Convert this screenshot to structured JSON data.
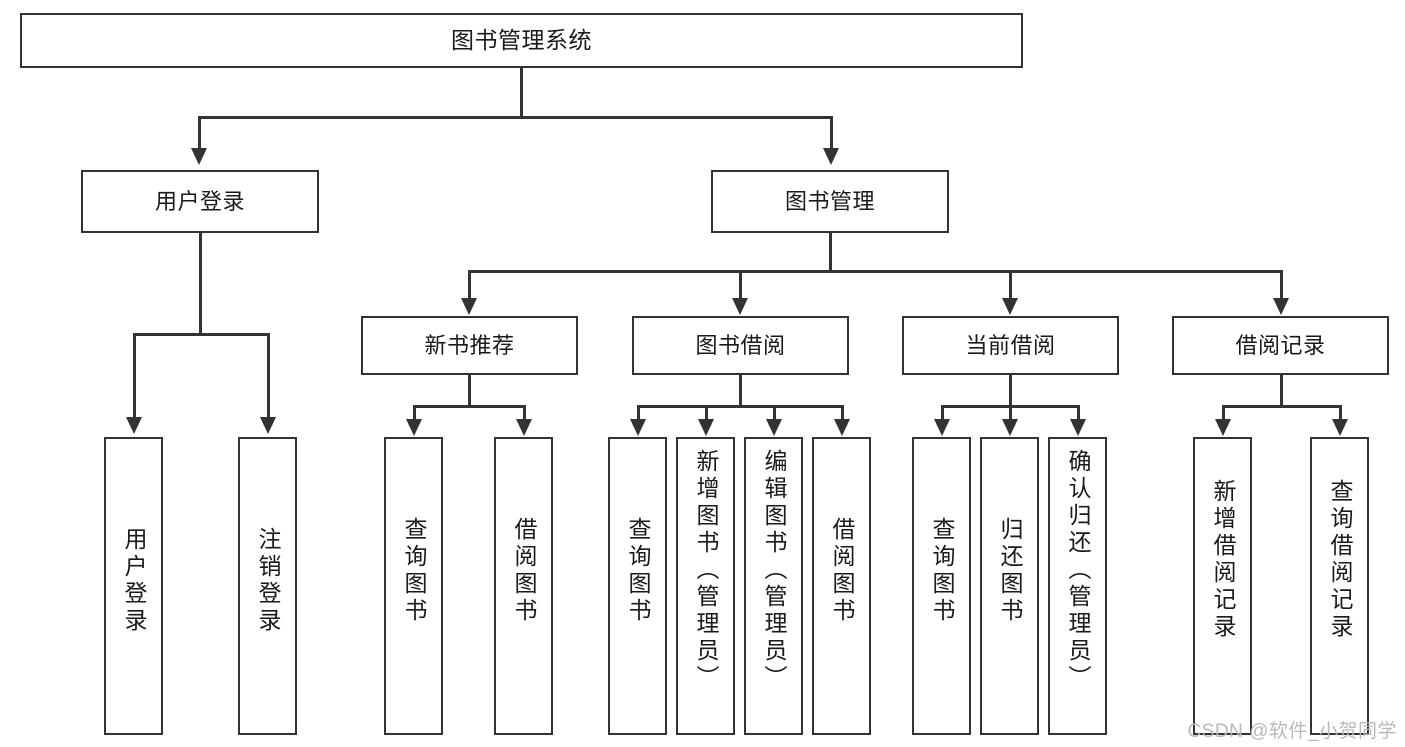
{
  "diagram": {
    "title": "图书管理系统",
    "watermark": "CSDN @软件_小贺同学",
    "accent_color": "#333333",
    "background_color": "#ffffff",
    "nodes": {
      "root": "图书管理系统",
      "user_login": "用户登录",
      "book_manage": "图书管理",
      "new_book_rec": "新书推荐",
      "book_borrow": "图书借阅",
      "current_borrow": "当前借阅",
      "borrow_record": "借阅记录",
      "leaf_user_login": "用户登录",
      "leaf_logout_login": "注销登录",
      "leaf_query_book_a": "查询图书",
      "leaf_borrow_book_a": "借阅图书",
      "leaf_query_book_b": "查询图书",
      "leaf_add_book_admin": "新增图书（管理员）",
      "leaf_edit_book_admin": "编辑图书（管理员）",
      "leaf_borrow_book_b": "借阅图书",
      "leaf_query_book_c": "查询图书",
      "leaf_return_book": "归还图书",
      "leaf_confirm_return_admin": "确认归还（管理员）",
      "leaf_add_borrow_record": "新增借阅记录",
      "leaf_query_borrow_record": "查询借阅记录"
    }
  }
}
